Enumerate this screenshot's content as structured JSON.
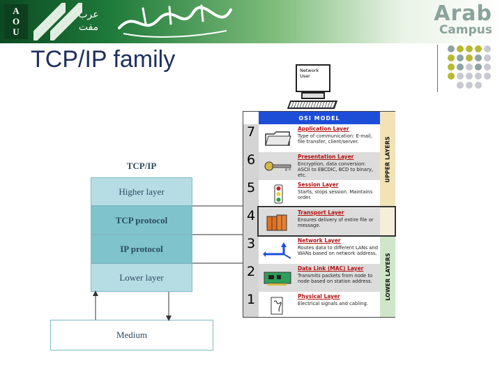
{
  "header": {
    "aou_letters": [
      "A",
      "O",
      "U"
    ],
    "aou_arabic": "عرب\nمفت",
    "brand_line1": "Arab",
    "brand_line2": "Campus"
  },
  "title": "TCP/IP family",
  "tcpip": {
    "title": "TCP/IP",
    "layers": [
      "Higher layer",
      "TCP protocol",
      "IP protocol",
      "Lower layer"
    ],
    "medium": "Medium"
  },
  "network_user": {
    "line1": "Network",
    "line2": "User"
  },
  "osi": {
    "title": "OSI MODEL",
    "upper_label": "UPPER LAYERS",
    "lower_label": "LOWER LAYERS",
    "layers": [
      {
        "num": "7",
        "name": "Application Layer",
        "desc": "Type of communication: E-mail, file transfer, client/server."
      },
      {
        "num": "6",
        "name": "Presentation Layer",
        "desc": "Encryption, data conversion: ASCII to EBCDIC, BCD to binary, etc."
      },
      {
        "num": "5",
        "name": "Session Layer",
        "desc": "Starts, stops session. Maintains order."
      },
      {
        "num": "4",
        "name": "Transport Layer",
        "desc": "Ensures delivery of entire file or message."
      },
      {
        "num": "3",
        "name": "Network Layer",
        "desc": "Routes data to different LANs and WANs based on network address."
      },
      {
        "num": "2",
        "name": "Data Link (MAC) Layer",
        "desc": "Transmits packets from node to node based on station address."
      },
      {
        "num": "1",
        "name": "Physical Layer",
        "desc": "Electrical signals and cabling."
      }
    ]
  },
  "colors": {
    "title": "#1d2f5e",
    "layer_light": "#b6dde3",
    "layer_dark": "#7fc4cc",
    "osi_header": "#1d4ed8",
    "layer_name": "#b31010",
    "dot_olive": "#b8b832",
    "dot_gray": "#8fa3a3",
    "dot_light": "#c8c8d0"
  }
}
